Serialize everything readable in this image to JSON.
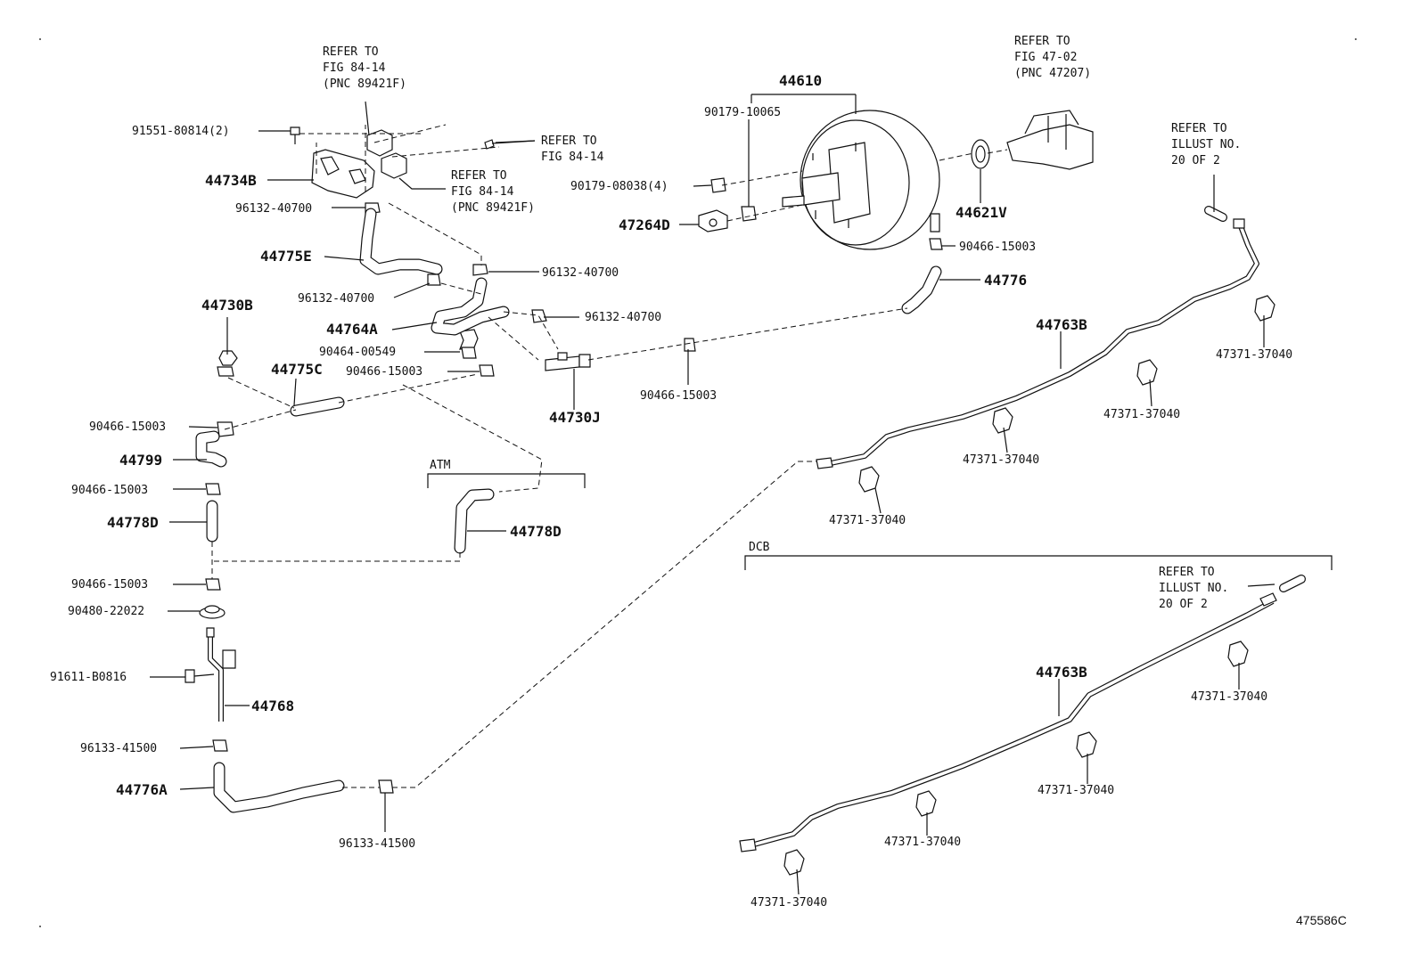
{
  "refs": {
    "booster_bracket": [
      "REFER TO",
      "FIG 84-14",
      "(PNC 89421F)"
    ],
    "bolt_ref": [
      "REFER TO",
      "FIG 84-14"
    ],
    "bracket_ref": [
      "REFER TO",
      "FIG 84-14",
      "(PNC 89421F)"
    ],
    "master_cyl": [
      "REFER TO",
      "FIG 47-02",
      "(PNC 47207)"
    ],
    "illust_top": [
      "REFER TO",
      "ILLUST NO.",
      "20 OF 2"
    ],
    "illust_dcb": [
      "REFER TO",
      "ILLUST NO.",
      "20 OF 2"
    ]
  },
  "groups": {
    "atm": "ATM",
    "dcb": "DCB"
  },
  "parts": {
    "p91551": "91551-80814(2)",
    "p44734B": "44734B",
    "p96132_a": "96132-40700",
    "p44775E": "44775E",
    "p96132_b": "96132-40700",
    "p96132_c": "96132-40700",
    "p96132_d": "96132-40700",
    "p44764A": "44764A",
    "p44730B": "44730B",
    "p90464": "90464-00549",
    "p90466_a": "90466-15003",
    "p44775C": "44775C",
    "p90466_b": "90466-15003",
    "p44799": "44799",
    "p90466_c": "90466-15003",
    "p44778D_a": "44778D",
    "p44778D_b": "44778D",
    "p90466_d": "90466-15003",
    "p90480": "90480-22022",
    "p91611": "91611-B0816",
    "p44768": "44768",
    "p96133_a": "96133-41500",
    "p44776A": "44776A",
    "p96133_b": "96133-41500",
    "p44730J": "44730J",
    "p90466_e": "90466-15003",
    "p44610": "44610",
    "p90179_10065": "90179-10065",
    "p90179_08038": "90179-08038(4)",
    "p47264D": "47264D",
    "p44621V": "44621V",
    "p90466_f": "90466-15003",
    "p44776": "44776",
    "p44763B_a": "44763B",
    "p47371_1": "47371-37040",
    "p47371_2": "47371-37040",
    "p47371_3": "47371-37040",
    "p47371_4": "47371-37040",
    "p44763B_b": "44763B",
    "p47371_5": "47371-37040",
    "p47371_6": "47371-37040",
    "p47371_7": "47371-37040",
    "p47371_8": "47371-37040"
  },
  "figure_number": "475586C"
}
